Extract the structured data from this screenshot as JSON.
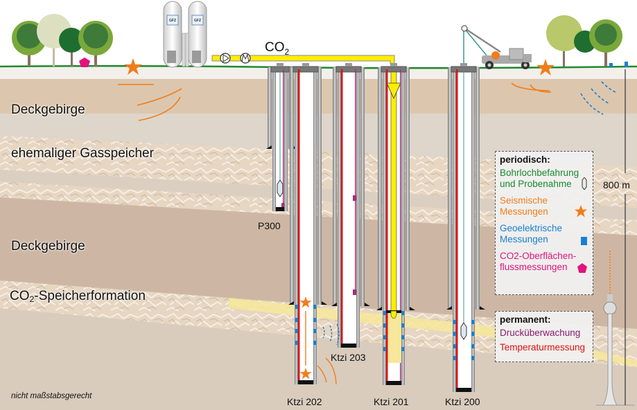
{
  "diagram": {
    "pipeline_label": "CO",
    "pipeline_label_sub": "2",
    "tank_brand": "GFZ",
    "depth_scale": "800 m",
    "scale_note": "nicht maßstabsgerecht",
    "layers": [
      {
        "label": "Deckgebirge"
      },
      {
        "label": "ehemaliger Gasspeicher"
      },
      {
        "label": "Deckgebirge"
      },
      {
        "label_main": "CO",
        "label_sub": "2",
        "label_rest": "-Speicherformation"
      }
    ],
    "wells": [
      {
        "label": "P300"
      },
      {
        "label": "Ktzi 202"
      },
      {
        "label": "Ktzi 203"
      },
      {
        "label": "Ktzi 201"
      },
      {
        "label": "Ktzi 200"
      }
    ],
    "legend_periodic": {
      "header": "periodisch:",
      "items": [
        {
          "text": "Bohrlochbefahrung und Probenahme",
          "line1": "Bohrlochbefahrung",
          "line2": "und Probenahme",
          "color": "#1a8a2e",
          "symbol": "sonde-icon"
        },
        {
          "text": "Seismische Messungen",
          "line1": "Seismische",
          "line2": "Messungen",
          "color": "#f07d1a",
          "symbol": "star-icon"
        },
        {
          "text": "Geoelektrische Messungen",
          "line1": "Geoelektrische",
          "line2": "Messungen",
          "color": "#1a7fd0",
          "symbol": "square-icon"
        },
        {
          "text": "CO2-Oberflächenflussmessungen",
          "line1": "CO2-Oberflächen-",
          "line2": "flussmessungen",
          "color": "#e0147c",
          "symbol": "pentagon-icon"
        }
      ]
    },
    "legend_permanent": {
      "header": "permanent:",
      "items": [
        {
          "text": "Drucküberwachung",
          "color": "#8a1a6e"
        },
        {
          "text": "Temperaturmessung",
          "color": "#e01010"
        }
      ]
    },
    "colors": {
      "co2": "#ffee00",
      "seismic": "#f07d1a",
      "geoelectric": "#1a7fd0",
      "temperature": "#e01010",
      "pressure": "#a0307a",
      "ground": "#1f8a2e",
      "flux": "#e0147c"
    }
  }
}
